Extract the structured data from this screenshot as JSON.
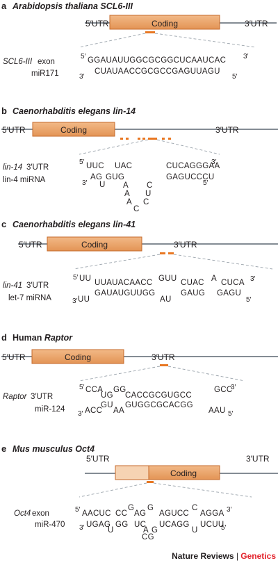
{
  "panels": {
    "a": {
      "letter": "a",
      "title": "Arabidopsis thaliana SCL6-III",
      "utr5": "5′UTR",
      "coding": "Coding",
      "utr3": "3′UTR",
      "target_label_italic": "SCL6-III",
      "target_label_rest": " exon",
      "mirna_label": "miR171",
      "prime5": "5′",
      "prime3": "3′",
      "top_seq": "GGAUAUUGGCGCGGCUCAAUCAC",
      "bottom_seq": "CUAUAACCGCGCCGAGUUAGU"
    },
    "b": {
      "letter": "b",
      "title": "Caenorhabditis elegans lin-14",
      "utr5": "5′UTR",
      "coding": "Coding",
      "utr3": "3′UTR",
      "target_label_italic": "lin-14",
      "target_label_rest": " 3′UTR",
      "mirna_label": "lin-4 miRNA",
      "prime5": "5′",
      "prime3": "3′",
      "top_a": "UUC",
      "top_b": "UAC",
      "top_c": "CUCAGGGAA",
      "mid_a": "AG",
      "mid_b": "GUG",
      "mid_c": "GAGUCCCU",
      "bulge_u": "U",
      "loop": [
        "A",
        "A",
        "A",
        "C",
        "C",
        "U",
        "C"
      ]
    },
    "c": {
      "letter": "c",
      "title": "Caenorhabditis elegans lin-41",
      "utr5": "5′UTR",
      "coding": "Coding",
      "utr3": "3′UTR",
      "target_label_italic": "lin-41",
      "target_label_rest": " 3′UTR",
      "mirna_label": "let-7 miRNA",
      "prime5": "5′",
      "prime3": "3′",
      "top_a": "UU",
      "top_b": "UUAUACAACC",
      "top_c": "GUU",
      "top_d": "CUAC",
      "top_e": "A",
      "top_f": "CUCA",
      "bot_a": "UU",
      "bot_b": "GAUAUGUUGG",
      "bot_c": "AU",
      "bot_d": "GAUG",
      "bot_e": "GAGU"
    },
    "d": {
      "letter": "d",
      "title_plain": "Human ",
      "title_italic": "Raptor",
      "utr5": "5′UTR",
      "coding": "Coding",
      "utr3": "3′UTR",
      "target_label_italic": "Raptor",
      "target_label_rest": " 3′UTR",
      "mirna_label": "miR-124",
      "prime5": "5′",
      "prime3": "3′",
      "top_a": "CCA",
      "top_b": "UG",
      "top_c": "GG",
      "top_d": "CACCGCGUGCC",
      "top_e": "GCC",
      "bot_a": "ACC",
      "bot_b": "GU",
      "bot_c": "AA",
      "bot_d": "GUGGCGCACGG",
      "bot_e": "AAU"
    },
    "e": {
      "letter": "e",
      "title": "Mus musculus Oct4",
      "utr5": "5′UTR",
      "coding": "Coding",
      "utr3": "3′UTR",
      "target_label_italic": "Oct4",
      "target_label_rest": " exon",
      "mirna_label": "miR-470",
      "prime5": "5′",
      "prime3": "3′",
      "top_a": "AACUC",
      "top_b": "CC",
      "top_g1": "G",
      "top_c": "AG",
      "top_g2": "G",
      "top_d": "AGUCC",
      "top_c2": "C",
      "top_e": "AGGA",
      "bot_a": "UGAG",
      "bot_u1": "U",
      "bot_b": "GG",
      "bot_c": "UC",
      "bot_a2": "A",
      "bot_g": "G",
      "bot_cg": "CG",
      "bot_d": "UCAGG",
      "bot_u2": "U",
      "bot_e": "UCUU"
    }
  },
  "footer": {
    "journal": "Nature Reviews",
    "separator": " | ",
    "section": "Genetics"
  },
  "colors": {
    "coding_fill": "#e9a56c",
    "coding_fill_light": "#f6d3b3",
    "coding_stroke": "#c56a2b",
    "site_orange": "#e87722",
    "line": "#5b6670",
    "dash": "#9aa3ab",
    "genetics_red": "#e3232c"
  }
}
